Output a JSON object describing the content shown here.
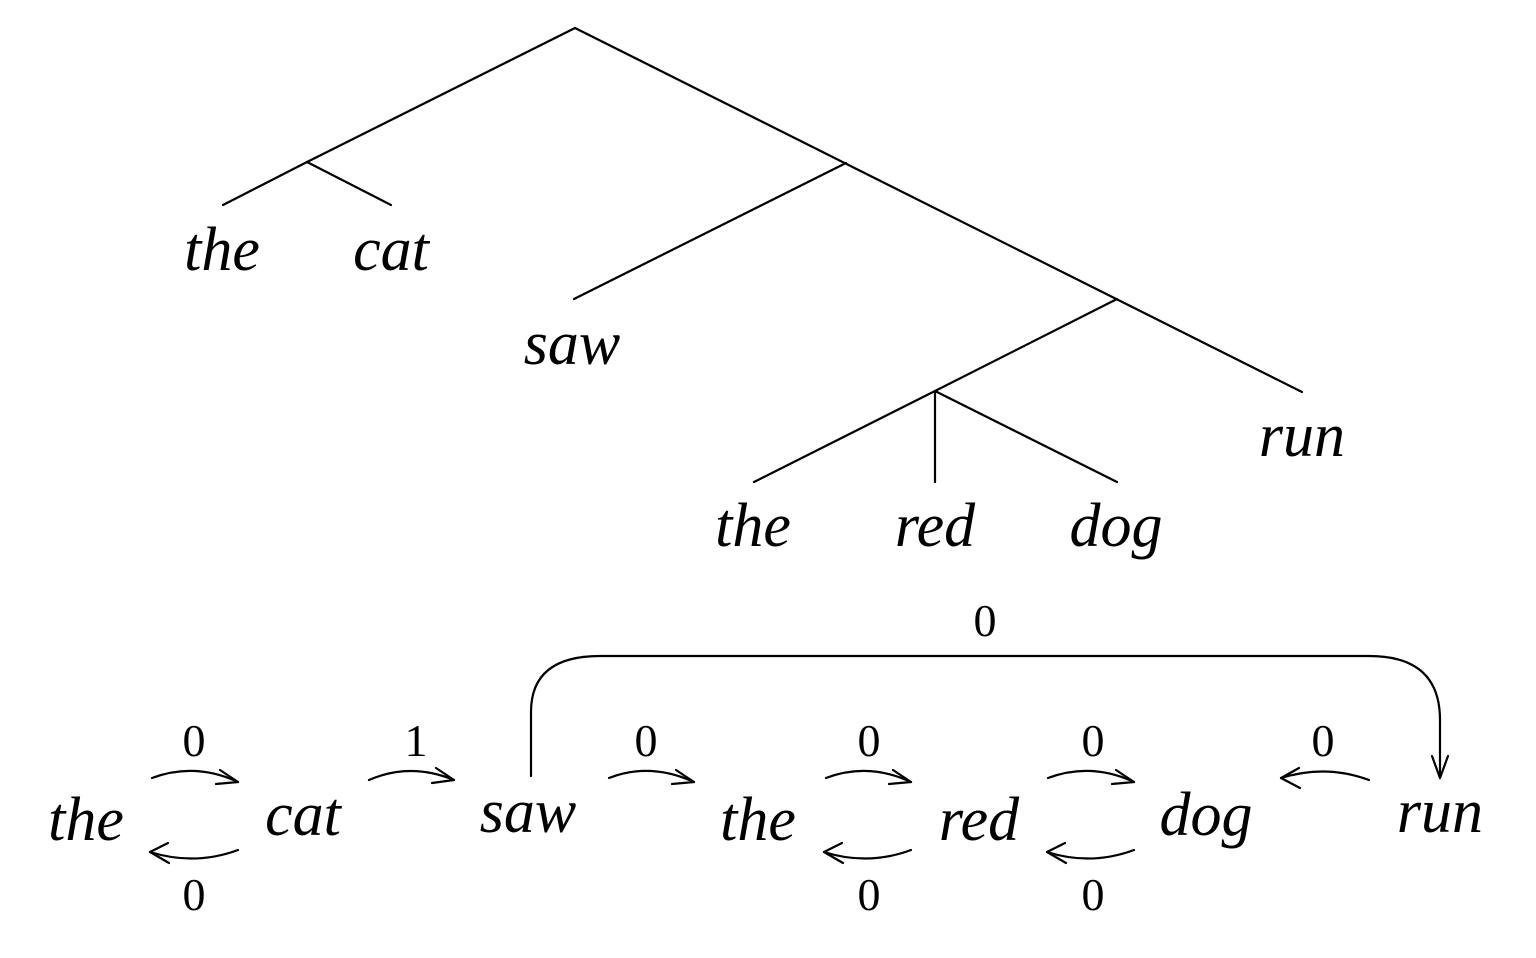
{
  "tree": {
    "leaves": [
      "the",
      "cat",
      "saw",
      "the",
      "red",
      "dog",
      "run"
    ]
  },
  "chain": {
    "words": [
      "the",
      "cat",
      "saw",
      "the",
      "red",
      "dog",
      "run"
    ],
    "edges": [
      {
        "from": "the",
        "to": "cat",
        "label": "0"
      },
      {
        "from": "cat",
        "to": "the",
        "label": "0"
      },
      {
        "from": "cat",
        "to": "saw",
        "label": "1"
      },
      {
        "from": "saw",
        "to": "the",
        "label": "0"
      },
      {
        "from": "the",
        "to": "red",
        "label": "0"
      },
      {
        "from": "red",
        "to": "the",
        "label": "0"
      },
      {
        "from": "red",
        "to": "dog",
        "label": "0"
      },
      {
        "from": "dog",
        "to": "red",
        "label": "0"
      },
      {
        "from": "run",
        "to": "dog",
        "label": "0"
      },
      {
        "from": "saw",
        "to": "run",
        "label": "0"
      }
    ]
  }
}
